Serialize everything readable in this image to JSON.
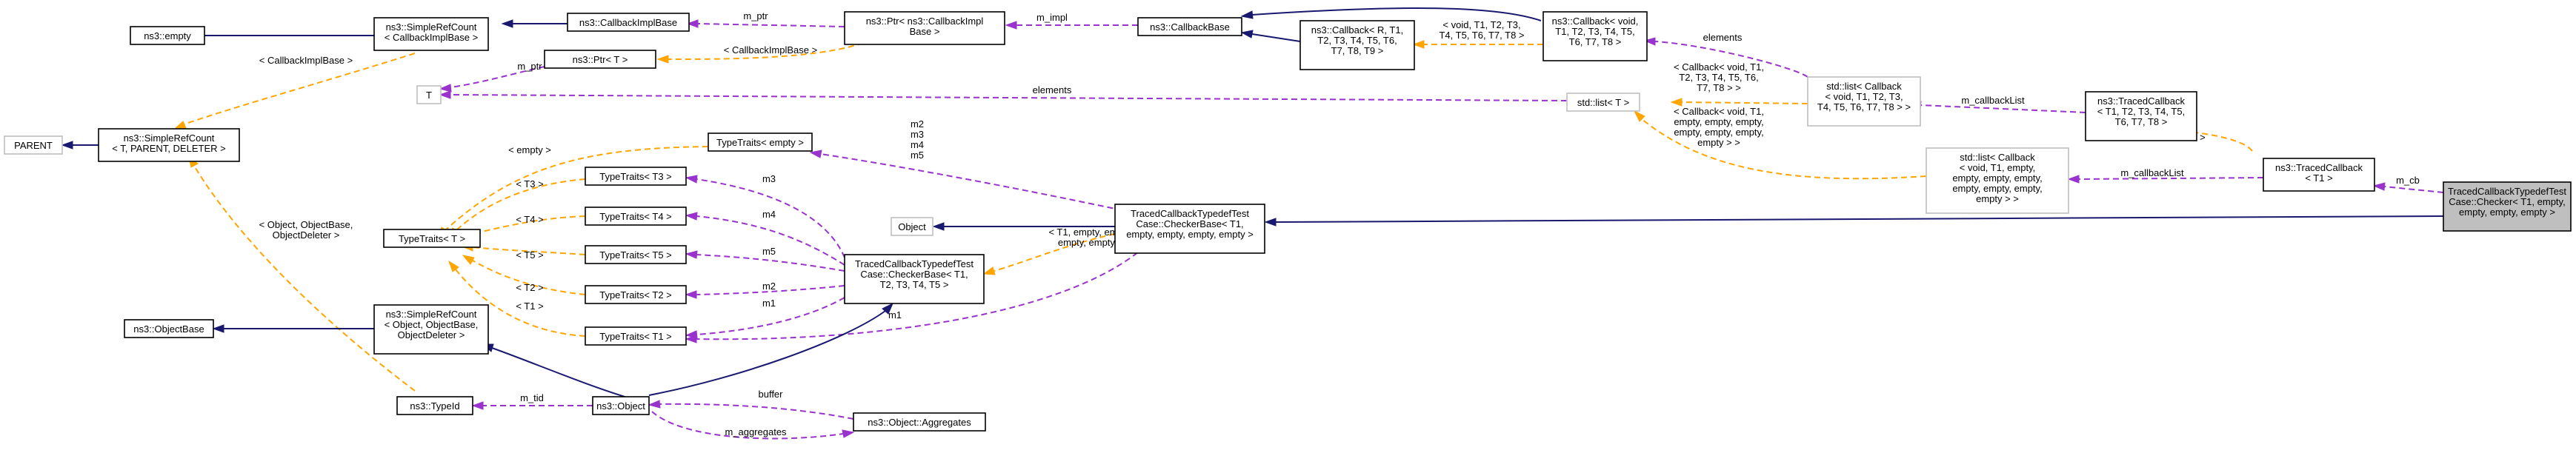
{
  "nodes": {
    "empty": [
      "ns3::empty"
    ],
    "srcCallbackImpl": [
      "ns3::SimpleRefCount",
      "< CallbackImplBase >"
    ],
    "callbackImplBase": [
      "ns3::CallbackImplBase"
    ],
    "ptrCallbackImpl": [
      "ns3::Ptr< ns3::CallbackImpl",
      "Base >"
    ],
    "callbackBase": [
      "ns3::CallbackBase"
    ],
    "callbackT": [
      "ns3::Callback< void,",
      "T1, T2, T3, T4, T5,",
      "T6, T7, T8 >"
    ],
    "callbackR": [
      "ns3::Callback< R, T1,",
      "T2, T3, T4, T5, T6,",
      "T7, T8, T9 >"
    ],
    "ptrT": [
      "ns3::Ptr< T >"
    ],
    "T": [
      "T"
    ],
    "parent": [
      "PARENT"
    ],
    "srcTParent": [
      "ns3::SimpleRefCount",
      "< T, PARENT, DELETER >"
    ],
    "stdListT": [
      "std::list< T >"
    ],
    "stdListCallbackT": [
      "std::list< Callback",
      "< void, T1, T2, T3,",
      "T4, T5, T6, T7, T8 > >"
    ],
    "tracedCallbackT": [
      "ns3::TracedCallback",
      "< T1, T2, T3, T4, T5,",
      "T6, T7, T8 >"
    ],
    "typeTraitsEmpty": [
      "TypeTraits< empty >"
    ],
    "stdListCallbackEmpty": [
      "std::list< Callback",
      "< void, T1, empty,",
      "empty, empty, empty,",
      "empty, empty, empty,",
      "empty > >"
    ],
    "tracedCallbackT1": [
      "ns3::TracedCallback",
      "< T1 >"
    ],
    "checker": [
      "TracedCallbackTypedefTest",
      "Case::Checker< T1, empty,",
      "empty, empty, empty >"
    ],
    "typeTraitsT3": [
      "TypeTraits< T3 >"
    ],
    "typeTraitsT": [
      "TypeTraits< T >"
    ],
    "typeTraitsT4": [
      "TypeTraits< T4 >"
    ],
    "object": [
      "Object"
    ],
    "checkerBaseEmpty": [
      "TracedCallbackTypedefTest",
      "Case::CheckerBase< T1,",
      "empty, empty, empty, empty >"
    ],
    "typeTraitsT5": [
      "TypeTraits< T5 >"
    ],
    "checkerBaseT": [
      "TracedCallbackTypedefTest",
      "Case::CheckerBase< T1,",
      "T2, T3, T4, T5 >"
    ],
    "typeTraitsT2": [
      "TypeTraits< T2 >"
    ],
    "typeTraitsT1": [
      "TypeTraits< T1 >"
    ],
    "objectBase": [
      "ns3::ObjectBase"
    ],
    "srcObject": [
      "ns3::SimpleRefCount",
      "< Object, ObjectBase,",
      "ObjectDeleter >"
    ],
    "typeId": [
      "ns3::TypeId"
    ],
    "ns3Object": [
      "ns3::Object"
    ],
    "aggregates": [
      "ns3::Object::Aggregates"
    ]
  },
  "edge_labels": {
    "m_ptr_top": [
      "m_ptr"
    ],
    "callbackImplBase_tpl": [
      "< CallbackImplBase >"
    ],
    "m_impl": [
      "m_impl"
    ],
    "void_tpl": [
      "< void, T1, T2, T3,",
      "T4, T5, T6, T7, T8 >"
    ],
    "elements_top": [
      "elements"
    ],
    "m_ptr_T": [
      "m_ptr"
    ],
    "callbackImplBase_tpl2": [
      "< CallbackImplBase >"
    ],
    "elements_mid": [
      "elements"
    ],
    "callback_void_tpl": [
      "< Callback< void, T1,",
      "T2, T3, T4, T5, T6,",
      "T7, T8 > >"
    ],
    "callback_empty_tpl": [
      "< Callback< void, T1,",
      "empty, empty, empty,",
      "empty, empty, empty,",
      "empty > >"
    ],
    "m_callbackList_top": [
      "m_callbackList"
    ],
    "t1_tpl_traced": [
      "< T1 >"
    ],
    "m_callbackList_mid": [
      "m_callbackList"
    ],
    "m_cb": [
      "m_cb"
    ],
    "object_tpl": [
      "< Object, ObjectBase,",
      "ObjectDeleter >"
    ],
    "empty_tpl": [
      "< empty >"
    ],
    "m2_m5": [
      "m2",
      "m3",
      "m4",
      "m5"
    ],
    "t3_tpl": [
      "< T3 >"
    ],
    "m3": [
      "m3"
    ],
    "t4_tpl": [
      "< T4 >"
    ],
    "m4": [
      "m4"
    ],
    "t5_tpl": [
      "< T5 >"
    ],
    "m5": [
      "m5"
    ],
    "t2_tpl": [
      "< T2 >"
    ],
    "m2": [
      "m2"
    ],
    "t1_tpl": [
      "< T1 >"
    ],
    "m1_a": [
      "m1"
    ],
    "m1_b": [
      "m1"
    ],
    "checker_tpl": [
      "< T1, empty, empty,",
      "empty, empty >"
    ],
    "m_tid": [
      "m_tid"
    ],
    "buffer": [
      "buffer"
    ],
    "m_aggregates": [
      "m_aggregates"
    ]
  }
}
